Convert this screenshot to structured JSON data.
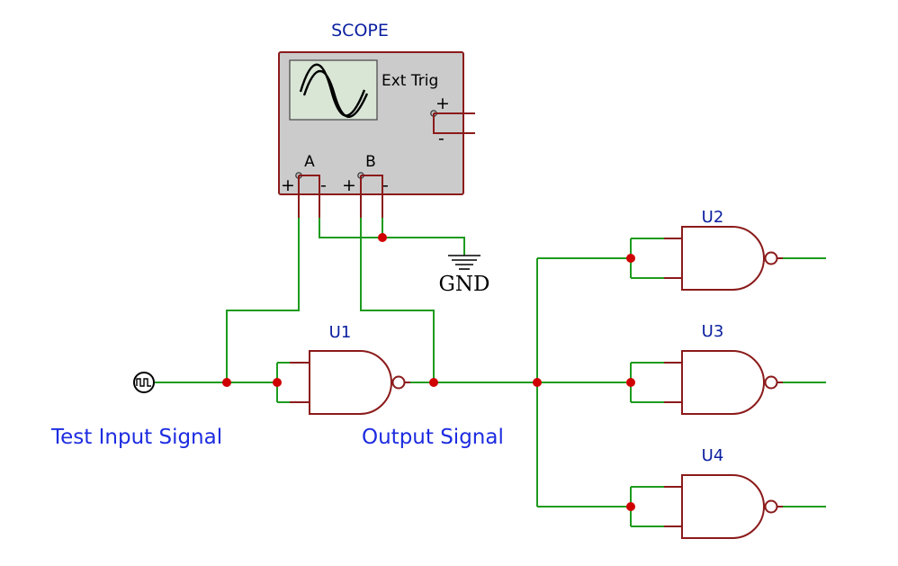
{
  "scope": {
    "title": "SCOPE",
    "ext_trig_label": "Ext Trig",
    "ext_plus": "+",
    "ext_minus": "-",
    "channel_a": "A",
    "channel_b": "B",
    "plus_sign": "+",
    "minus_sign": "-"
  },
  "ground": {
    "label": "GND"
  },
  "gates": {
    "u1": "U1",
    "u2": "U2",
    "u3": "U3",
    "u4": "U4"
  },
  "labels": {
    "test_input": "Test Input Signal",
    "output": "Output Signal"
  },
  "colors": {
    "wire": "#1e9b1e",
    "component": "#8b1a1a",
    "junction": "#d00000",
    "label_text": "#1c2ce0"
  },
  "icons": {
    "source": "square-wave-source-icon",
    "scope_screen": "sine-wave-icon",
    "ground": "ground-icon"
  }
}
